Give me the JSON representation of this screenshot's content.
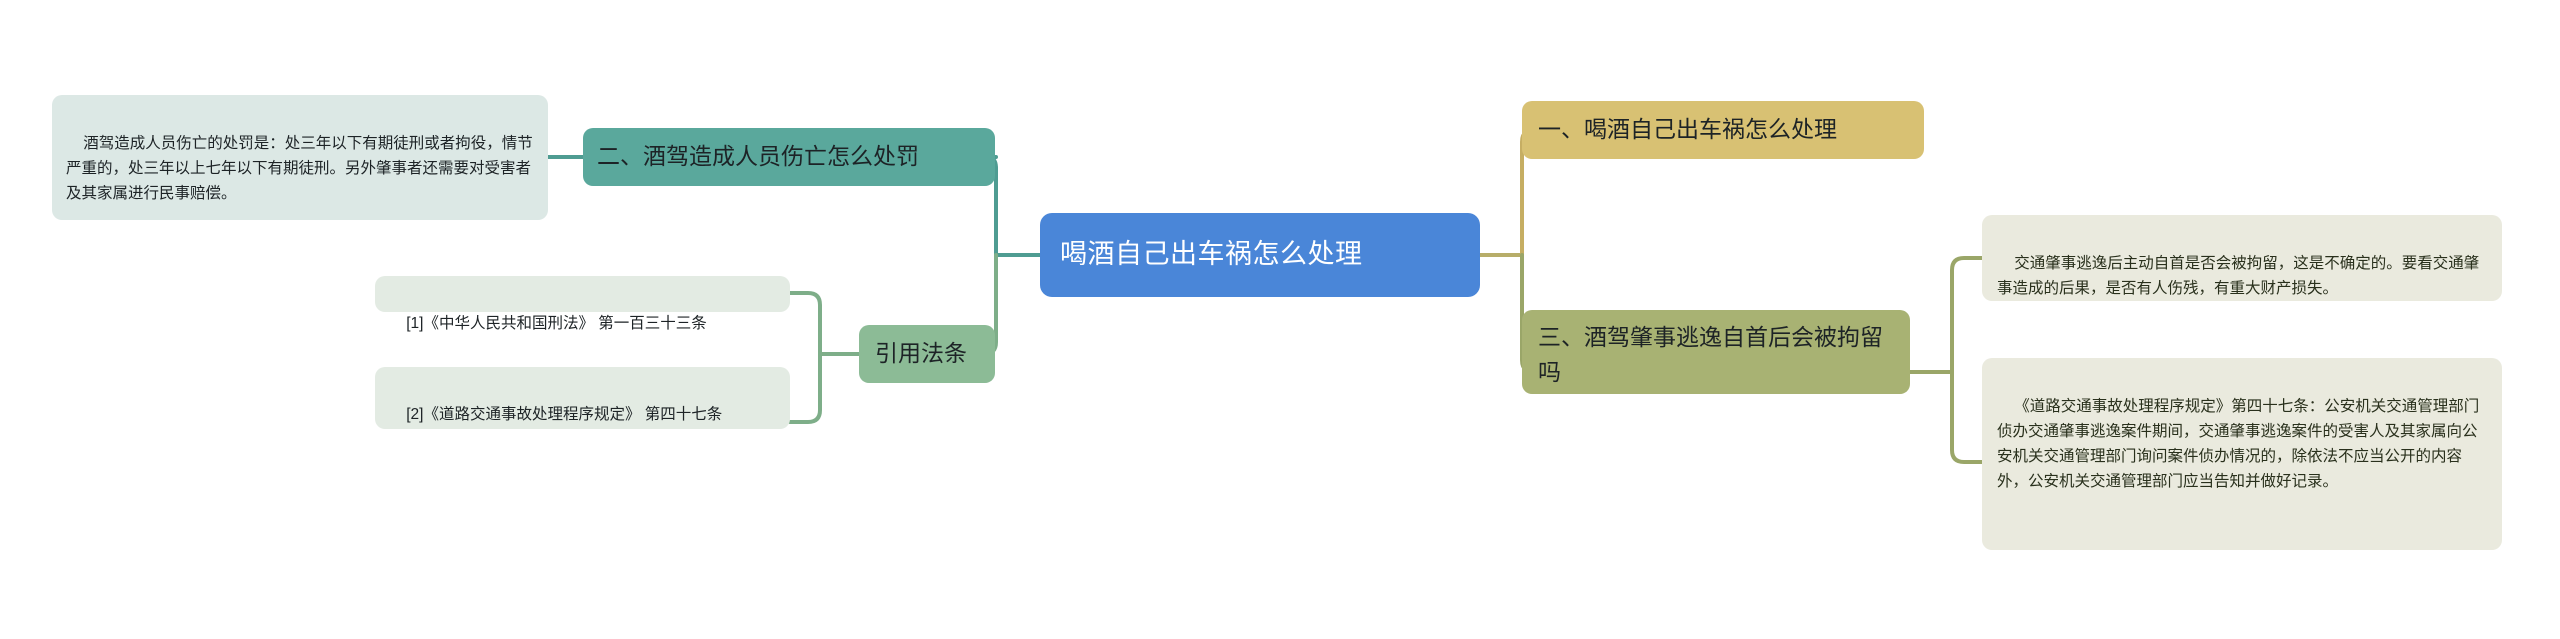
{
  "diagram": {
    "type": "mind-map",
    "root": {
      "label": "喝酒自己出车祸怎么处理",
      "color": "#4a86d8"
    },
    "left_branches": [
      {
        "label": "二、酒驾造成人员伤亡怎么处罚",
        "color": "#5aa89c",
        "children": [
          {
            "label": "酒驾造成人员伤亡的处罚是：处三年以下有期徒刑或者拘役，情节严重的，处三年以上七年以下有期徒刑。另外肇事者还需要对受害者及其家属进行民事赔偿。",
            "color": "#dce8e5"
          }
        ]
      },
      {
        "label": "引用法条",
        "color": "#8cbb96",
        "children": [
          {
            "label": "[1]《中华人民共和国刑法》 第一百三十三条",
            "color": "#e3ebe3"
          },
          {
            "label": "[2]《道路交通事故处理程序规定》 第四十七条",
            "color": "#e3ebe3"
          }
        ]
      }
    ],
    "right_branches": [
      {
        "label": "一、喝酒自己出车祸怎么处理",
        "color": "#d8c173",
        "children": []
      },
      {
        "label": "三、酒驾肇事逃逸自首后会被拘留吗",
        "color": "#a8b273",
        "children": [
          {
            "label": "交通肇事逃逸后主动自首是否会被拘留，这是不确定的。要看交通肇事造成的后果，是否有人伤残，有重大财产损失。",
            "color": "#eaeade"
          },
          {
            "label": "《道路交通事故处理程序规定》第四十七条：公安机关交通管理部门侦办交通肇事逃逸案件期间，交通肇事逃逸案件的受害人及其家属向公安机关交通管理部门询问案件侦办情况的，除依法不应当公开的内容外，公安机关交通管理部门应当告知并做好记录。",
            "color": "#eaeade"
          }
        ]
      }
    ],
    "connector_colors": {
      "left_teal": "#4f9c92",
      "left_green": "#7eae89",
      "right_gold": "#c6ae63",
      "right_olive": "#9aa668"
    },
    "background": "#ffffff"
  }
}
